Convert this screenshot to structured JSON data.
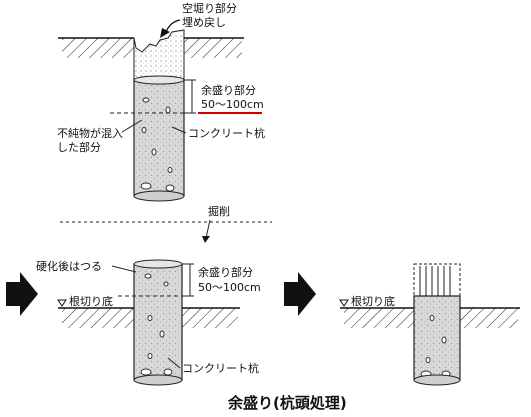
{
  "figure_caption": "余盛り(杭頭処理)",
  "top": {
    "backfill_label_line1": "空堀り部分",
    "backfill_label_line2": "埋め戻し",
    "margin_label": "余盛り部分",
    "margin_range": "50〜100cm",
    "impurity_label_line1": "不純物が混入",
    "impurity_label_line2": "した部分",
    "pile_label": "コンクリート杭",
    "highlight_color": "#d40000"
  },
  "excavation_label": "掘削",
  "bottom_left": {
    "chip_label": "硬化後はつる",
    "margin_label": "余盛り部分",
    "margin_range": "50〜100cm",
    "ground_label": "根切り底",
    "pile_label": "コンクリート杭"
  },
  "bottom_right": {
    "ground_label": "根切り底"
  },
  "arrow_color": "#111111",
  "concrete_color": "#d8d8d8"
}
